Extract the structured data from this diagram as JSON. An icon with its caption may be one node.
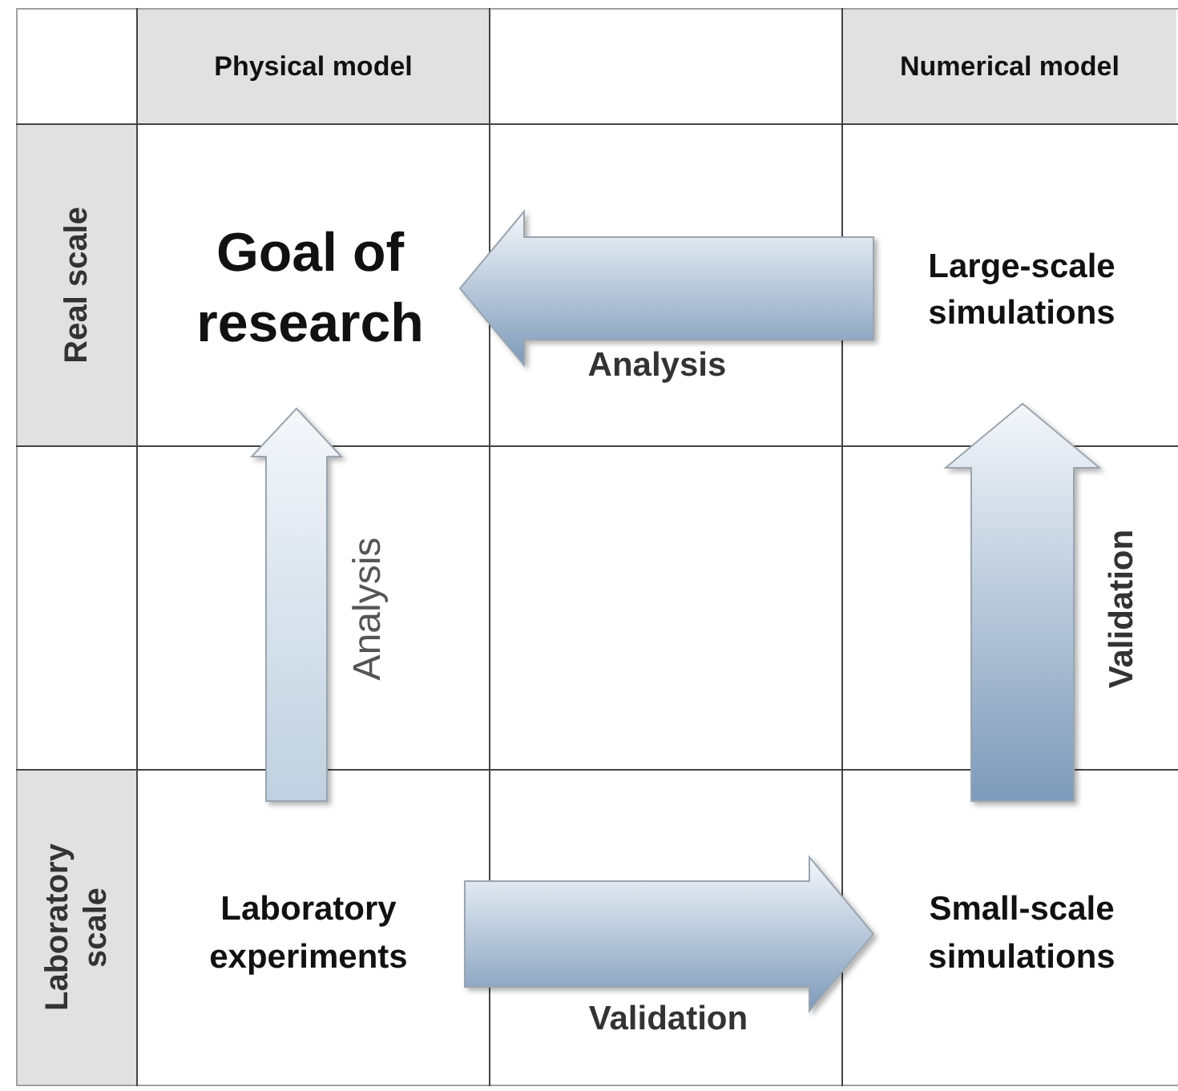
{
  "diagram": {
    "nodes": [
      {
        "text": [
          "Physical model"
        ]
      },
      {
        "text": [
          "Numerical model"
        ]
      },
      {
        "text": [
          "Real scale"
        ]
      },
      {
        "text": [
          "Laboratory scale"
        ]
      },
      {
        "text": [
          "Goal of research"
        ]
      },
      {
        "text": [
          "Large-scale simulations"
        ]
      },
      {
        "text": [
          "Laboratory experiments"
        ]
      },
      {
        "text": [
          "Small-scale simulations"
        ]
      }
    ],
    "edges": [
      {
        "from": 5,
        "to": 4,
        "arrow": "to",
        "label": "Analysis"
      },
      {
        "from": 6,
        "to": 4,
        "arrow": "to",
        "label": "Analysis"
      },
      {
        "from": 6,
        "to": 7,
        "arrow": "to",
        "label": "Validation"
      },
      {
        "from": 7,
        "to": 5,
        "arrow": "to",
        "label": "Validation"
      }
    ]
  }
}
